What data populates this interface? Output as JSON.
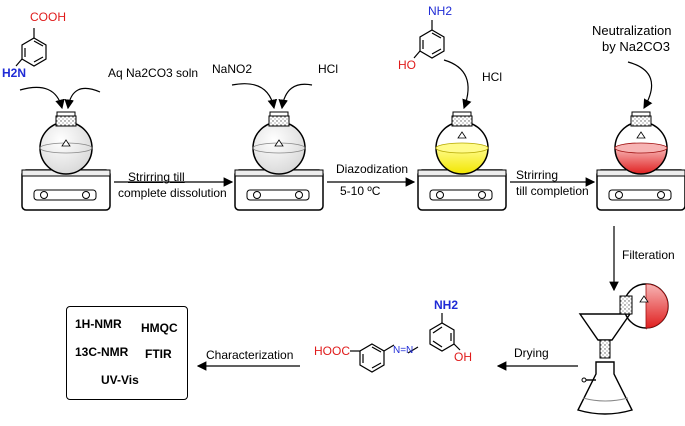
{
  "colors": {
    "nitrogen": "#1f2bd6",
    "oxygen": "#e01b1b",
    "yellow_solution": "#f2e600",
    "red_solution": "#e02020",
    "glass_gray": "#d8d8d8"
  },
  "reagents": {
    "start_acid": "COOH",
    "start_amine": "H2N",
    "na2co3_soln": "Aq Na2CO3 soln",
    "nano2": "NaNO2",
    "hcl_1": "HCl",
    "aminophenol_nh2": "NH2",
    "aminophenol_oh": "HO",
    "hcl_2": "HCl",
    "neutralization_line1": "Neutralization",
    "neutralization_line2": "by Na2CO3"
  },
  "steps": {
    "step1_line1": "Strirring till",
    "step1_line2": "complete dissolution",
    "step2_line1": "Diazodization",
    "step2_line2": "5-10 ºC",
    "step3_line1": "Strirring",
    "step3_line2": "till completion",
    "filteration": "Filteration",
    "drying": "Drying",
    "characterization": "Characterization"
  },
  "product": {
    "acid_group": "HOOC",
    "azo": "N=N",
    "nh2": "NH2",
    "oh": "OH"
  },
  "techniques": {
    "h_nmr": "1H-NMR",
    "hmqc": "HMQC",
    "c_nmr": "13C-NMR",
    "ftir": "FTIR",
    "uv_vis": "UV-Vis"
  }
}
